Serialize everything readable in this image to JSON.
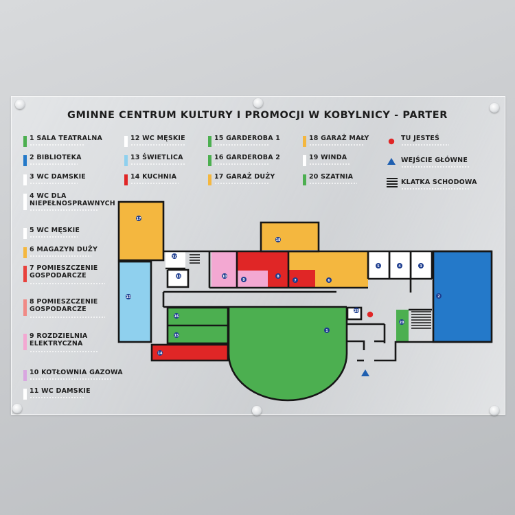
{
  "title": "GMINNE CENTRUM KULTURY I PROMOCJI W KOBYLNICY - PARTER",
  "legend": [
    {
      "label": "1 SALA TEATRALNA",
      "color": "#4caf50"
    },
    {
      "label": "2 BIBLIOTEKA",
      "color": "#2479c9"
    },
    {
      "label": "3 WC DAMSKIE",
      "color": "#ffffff"
    },
    {
      "label": "4 WC DLA NIEPEŁNOSPRAWNYCH",
      "color": "#ffffff"
    },
    {
      "label": "5 WC MĘSKIE",
      "color": "#ffffff"
    },
    {
      "label": "6 MAGAZYN DUŻY",
      "color": "#f4b73f"
    },
    {
      "label": "7 POMIESZCZENIE GOSPODARCZE",
      "color": "#e8413c"
    },
    {
      "label": "8 POMIESZCZENIE GOSPODARCZE",
      "color": "#f08a86"
    },
    {
      "label": "9 ROZDZIELNIA ELEKTRYCZNA",
      "color": "#f3a8d2"
    },
    {
      "label": "10 KOTŁOWNIA GAZOWA",
      "color": "#d9a6e0"
    },
    {
      "label": "11 WC DAMSKIE",
      "color": "#ffffff"
    },
    {
      "label": "12 WC MĘSKIE",
      "color": "#ffffff"
    },
    {
      "label": "13 ŚWIETLICA",
      "color": "#8fd0ee"
    },
    {
      "label": "14 KUCHNIA",
      "color": "#e02626"
    },
    {
      "label": "15 GARDEROBA 1",
      "color": "#4caf50"
    },
    {
      "label": "16 GARDEROBA 2",
      "color": "#4caf50"
    },
    {
      "label": "17 GARAŻ DUŻY",
      "color": "#f4b73f"
    },
    {
      "label": "18 GARAŻ MAŁY",
      "color": "#f4b73f"
    },
    {
      "label": "19 WINDA",
      "color": "#ffffff"
    },
    {
      "label": "20 SZATNIA",
      "color": "#4caf50"
    }
  ],
  "markers": {
    "here": {
      "label": "TU JESTEŚ",
      "color": "#e02626"
    },
    "entrance": {
      "label": "WEJŚCIE GŁÓWNE",
      "color": "#1f5fb0"
    },
    "stairs": {
      "label": "KLATKA SCHODOWA"
    }
  },
  "room_numbers": [
    "1",
    "2",
    "3",
    "4",
    "5",
    "6",
    "7",
    "8",
    "9",
    "10",
    "11",
    "12",
    "13",
    "14",
    "15",
    "16",
    "17",
    "18",
    "19",
    "20"
  ]
}
